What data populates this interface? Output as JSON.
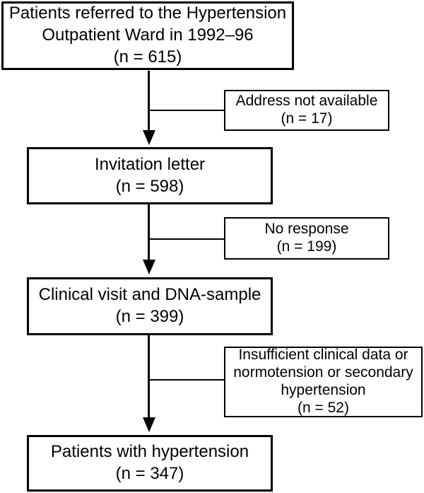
{
  "figure": {
    "colors": {
      "background": "#ffffff",
      "line": "#000000",
      "text": "#000000"
    },
    "main_boxes": [
      {
        "text": "Patients referred to the Hypertension\nOutpatient Ward in 1992–96\n(n = 615)"
      },
      {
        "text": "Invitation letter\n(n = 598)"
      },
      {
        "text": "Clinical visit and DNA-sample\n(n = 399)"
      },
      {
        "text": "Patients with hypertension\n(n = 347)"
      }
    ],
    "exclusion_boxes": [
      {
        "text": "Address not available\n(n = 17)"
      },
      {
        "text": "No response\n(n = 199)"
      },
      {
        "text": "Insufficient clinical data or\nnormotension or secondary\nhypertension\n(n = 52)"
      }
    ]
  }
}
